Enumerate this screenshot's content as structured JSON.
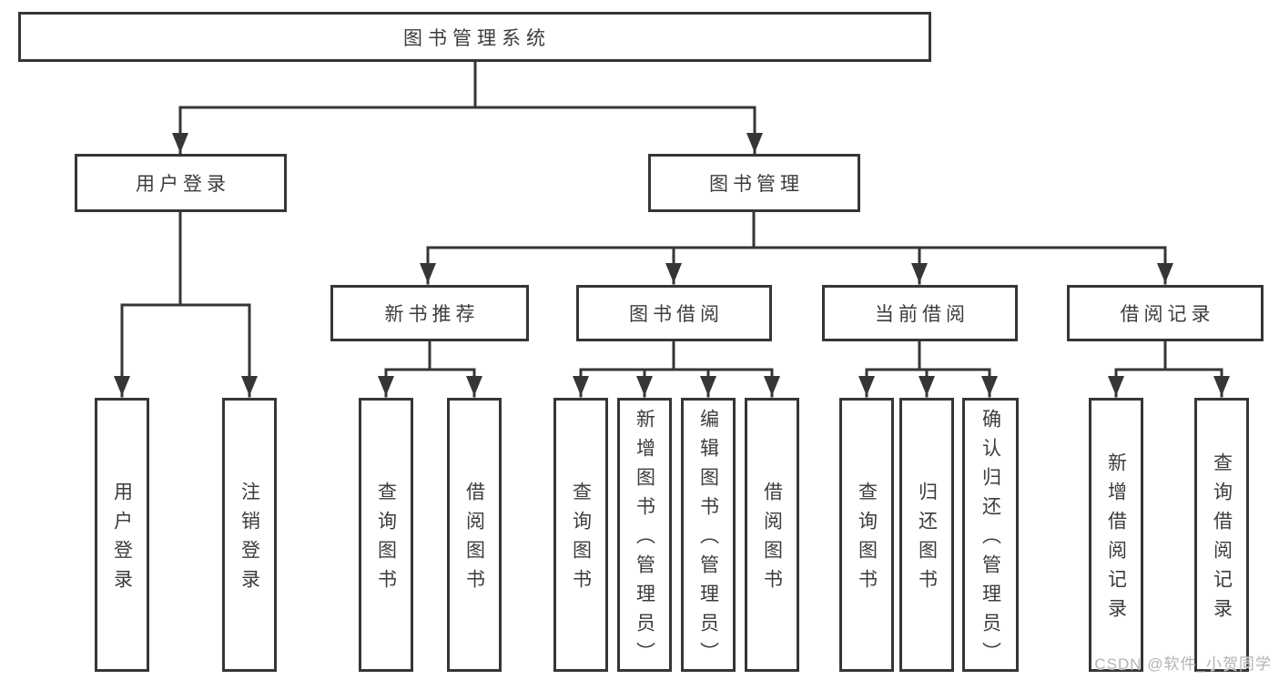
{
  "diagram": {
    "title_node": {
      "label": "图书管理系统"
    },
    "level2": {
      "user_login": {
        "label": "用户登录"
      },
      "book_mgmt": {
        "label": "图书管理"
      }
    },
    "level3": {
      "new_book_rec": {
        "label": "新书推荐"
      },
      "book_borrow": {
        "label": "图书借阅"
      },
      "current_borrow": {
        "label": "当前借阅"
      },
      "borrow_records": {
        "label": "借阅记录"
      }
    },
    "leaves": {
      "leaf_user_login": {
        "label": "用户登录",
        "parent": "用户登录"
      },
      "leaf_logout": {
        "label": "注销登录",
        "parent": "用户登录"
      },
      "leaf_query_book_1": {
        "label": "查询图书",
        "parent": "新书推荐"
      },
      "leaf_borrow_book_1": {
        "label": "借阅图书",
        "parent": "新书推荐"
      },
      "leaf_query_book_2": {
        "label": "查询图书",
        "parent": "图书借阅"
      },
      "leaf_add_book": {
        "label": "新增图书（管理员）",
        "parent": "图书借阅"
      },
      "leaf_edit_book": {
        "label": "编辑图书（管理员）",
        "parent": "图书借阅"
      },
      "leaf_borrow_book_2": {
        "label": "借阅图书",
        "parent": "图书借阅"
      },
      "leaf_query_book_3": {
        "label": "查询图书",
        "parent": "当前借阅"
      },
      "leaf_return_book": {
        "label": "归还图书",
        "parent": "当前借阅"
      },
      "leaf_confirm_return": {
        "label": "确认归还（管理员）",
        "parent": "当前借阅"
      },
      "leaf_add_record": {
        "label": "新增借阅记录",
        "parent": "借阅记录"
      },
      "leaf_query_record": {
        "label": "查询借阅记录",
        "parent": "借阅记录"
      }
    }
  },
  "watermark": {
    "text": "CSDN @软件_小贺同学"
  },
  "colors": {
    "line_color": "#363636",
    "text_color": "#3c3c3c",
    "bg_color": "#ffffff",
    "watermark_color": "#b3b3b3"
  }
}
